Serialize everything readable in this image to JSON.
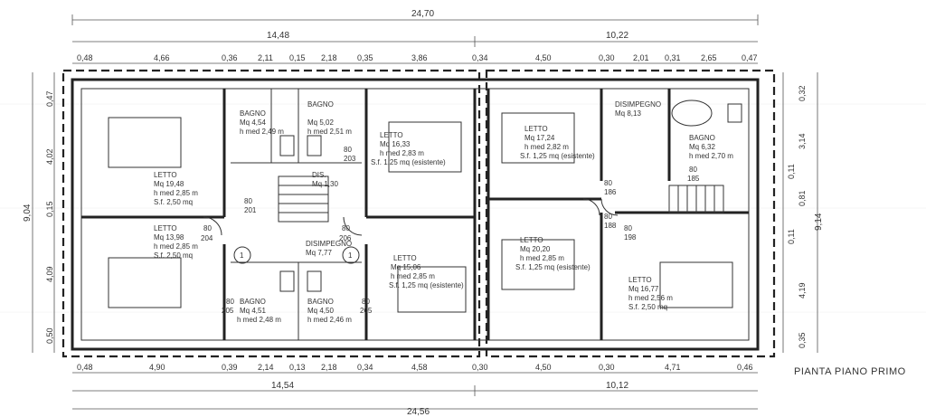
{
  "title": "PIANTA PIANO PRIMO",
  "top_dims": {
    "overall": "24,70",
    "left": "14,48",
    "right": "10,22",
    "segments": [
      "0,48",
      "4,66",
      "0,36",
      "2,11",
      "0,15",
      "2,18",
      "0,35",
      "3,86",
      "0,34",
      "4,50",
      "0,30",
      "2,01",
      "0,31",
      "2,65",
      "0,47"
    ]
  },
  "bottom_dims": {
    "overall": "24,56",
    "left": "14,54",
    "right": "10,12",
    "segments": [
      "0,48",
      "4,90",
      "0,39",
      "2,14",
      "0,13",
      "2,18",
      "0,34",
      "4,58",
      "0,30",
      "4,50",
      "0,30",
      "4,71",
      "0,46"
    ]
  },
  "left_dims": [
    "0,47",
    "4,02",
    "0,15",
    "4,09",
    "0,50",
    "9,04"
  ],
  "right_dims": [
    "0,32",
    "3,14",
    "0,11",
    "0,81",
    "0,11",
    "4,19",
    "0,35",
    "9,14"
  ],
  "rooms": [
    {
      "name": "LETTO",
      "area": "Mq 19,48",
      "h": "h med 2,85 m",
      "sf": "S.f. 2,50 mq"
    },
    {
      "name": "LETTO",
      "area": "Mq 13,98",
      "h": "h med 2,85 m",
      "sf": "S.f. 2,50 mq"
    },
    {
      "name": "BAGNO",
      "area": "Mq 4,54",
      "h": "h med 2,49 m"
    },
    {
      "name": "BAGNO",
      "area": "Mq 5,02",
      "h": "h med 2,51 m"
    },
    {
      "name": "DIS.",
      "area": "Mq 1,30"
    },
    {
      "name": "DISIMPEGNO",
      "area": "Mq 7,77"
    },
    {
      "name": "BAGNO",
      "area": "Mq 4,51",
      "h": "h med 2,48 m"
    },
    {
      "name": "BAGNO",
      "area": "Mq 4,50",
      "h": "h med 2,46 m"
    },
    {
      "name": "LETTO",
      "area": "Mq 16,33",
      "h": "h med 2,83 m",
      "sf": "S.f. 1,25 mq (esistente)"
    },
    {
      "name": "LETTO",
      "area": "Mq 15,06",
      "h": "h med 2,85 m",
      "sf": "S.f. 1,25 mq (esistente)"
    },
    {
      "name": "LETTO",
      "area": "Mq 17,24",
      "h": "h med 2,82 m",
      "sf": "S.f. 1,25 mq (esistente)"
    },
    {
      "name": "LETTO",
      "area": "Mq 20,20",
      "h": "h med 2,85 m",
      "sf": "S.f. 1,25 mq (esistente)"
    },
    {
      "name": "DISIMPEGNO",
      "area": "Mq 8,13"
    },
    {
      "name": "BAGNO",
      "area": "Mq 6,32",
      "h": "h med 2,70 m"
    },
    {
      "name": "LETTO",
      "area": "Mq 16,77",
      "h": "h med 2,56 m",
      "sf": "S.f. 2,50 mq"
    }
  ],
  "door_labels": [
    "80",
    "204",
    "80",
    "205",
    "80",
    "206",
    "80",
    "205",
    "80",
    "203",
    "80",
    "201",
    "80",
    "198",
    "80",
    "186",
    "80",
    "188",
    "80",
    "185"
  ],
  "markers": [
    "1",
    "1"
  ]
}
